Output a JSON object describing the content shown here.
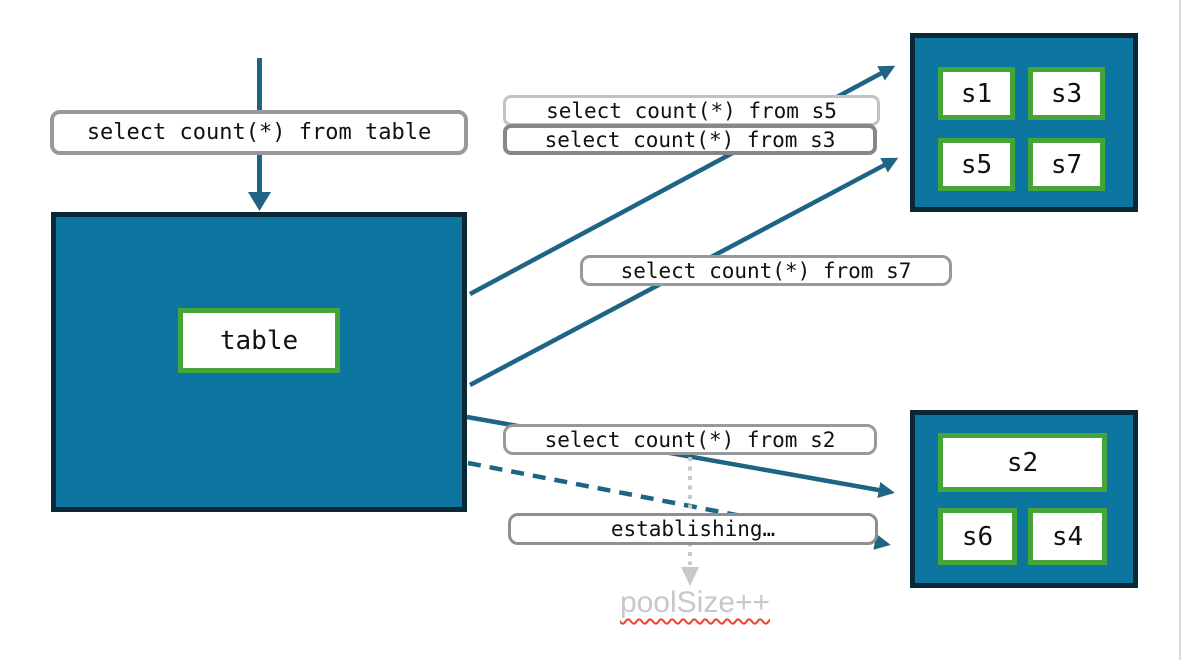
{
  "slide": {
    "queries": {
      "from_table": "select count(*) from table",
      "from_s5": "select count(*) from s5",
      "from_s3": "select count(*) from s3",
      "from_s7": "select count(*) from s7",
      "from_s2": "select count(*) from s2",
      "establishing": "establishing…"
    },
    "table_box": {
      "label": "table"
    },
    "top_shard_group": {
      "shards": [
        "s1",
        "s3",
        "s5",
        "s7"
      ]
    },
    "bottom_shard_group": {
      "shards": [
        "s2",
        "s6",
        "s4"
      ]
    },
    "pool_note": "poolSize++",
    "colors": {
      "box_fill": "#0c76a0",
      "box_border": "#0b2837",
      "shard_border": "#45a53a",
      "arrow": "#1d6485",
      "label_border": "#999999",
      "label_border_light": "#c2c2c2",
      "label_border_dark": "#878787",
      "dotted_arrow": "#c9c9c9",
      "muted_text": "#c8c8c8",
      "spellcheck_underline": "#e8442e",
      "slide_edge_line": "#d9d9d9"
    }
  }
}
